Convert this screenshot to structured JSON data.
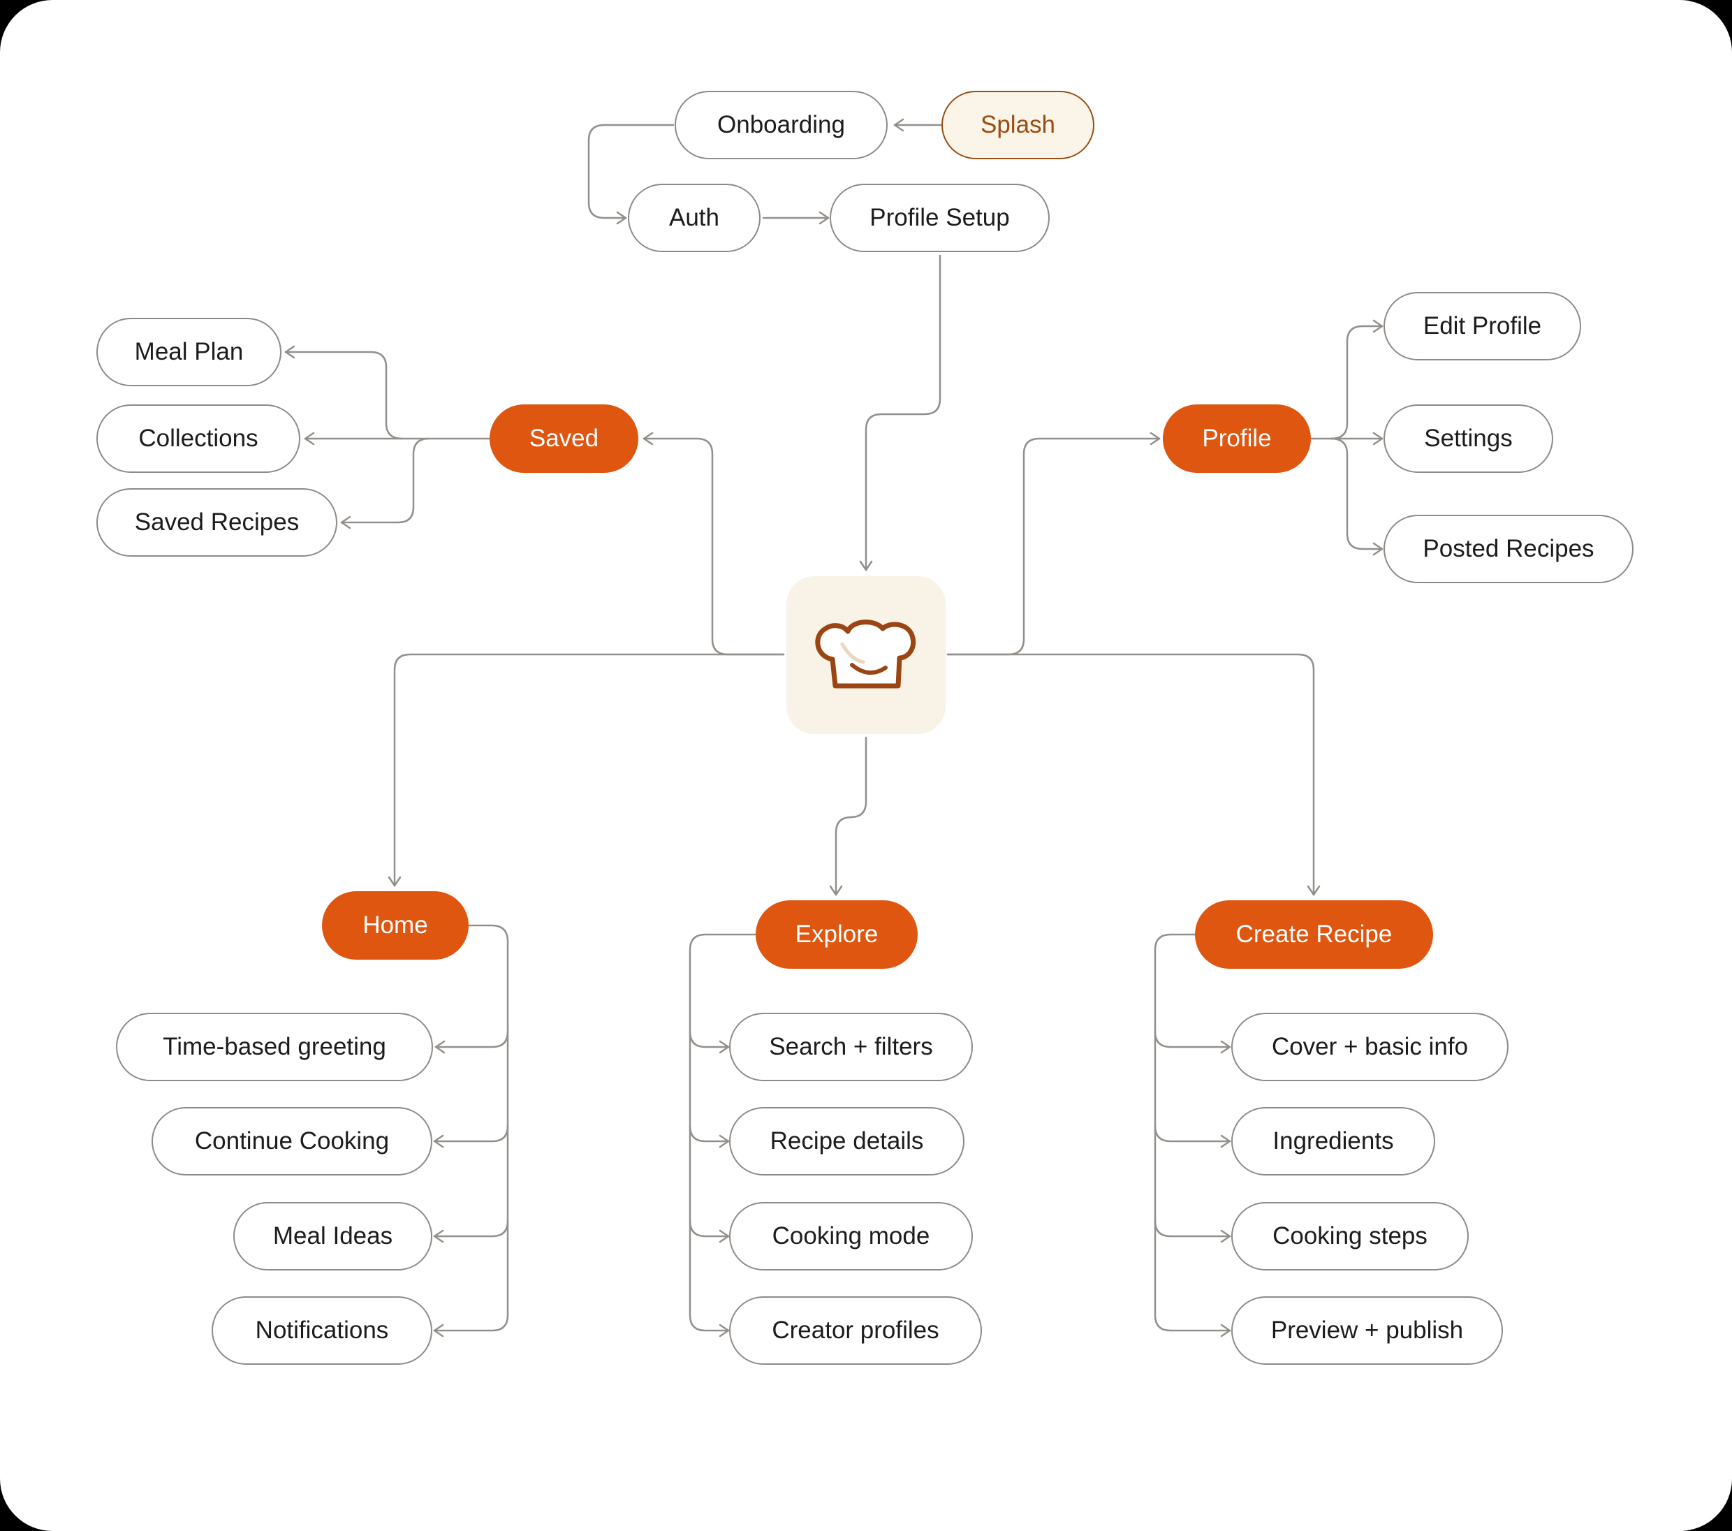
{
  "colors": {
    "primary": "#de560f",
    "outline": "#8e8a87",
    "connector": "#938f8b",
    "splash_fill": "#fbf4e8",
    "splash_text": "#9a4d14",
    "center_tile": "#f8f2e7",
    "hat_stroke": "#9a4512"
  },
  "center": {
    "icon": "chef-hat-icon"
  },
  "nodes": {
    "splash": "Splash",
    "onboarding": "Onboarding",
    "auth": "Auth",
    "profile_setup": "Profile Setup",
    "saved": "Saved",
    "meal_plan": "Meal Plan",
    "collections": "Collections",
    "saved_recipes": "Saved Recipes",
    "profile": "Profile",
    "edit_profile": "Edit Profile",
    "settings": "Settings",
    "posted_recipes": "Posted Recipes",
    "home": "Home",
    "time_based_greeting": "Time-based greeting",
    "continue_cooking": "Continue Cooking",
    "meal_ideas": "Meal Ideas",
    "notifications": "Notifications",
    "explore": "Explore",
    "search_filters": "Search + filters",
    "recipe_details": "Recipe details",
    "cooking_mode": "Cooking mode",
    "creator_profiles": "Creator profiles",
    "create_recipe": "Create Recipe",
    "cover_basic_info": "Cover + basic info",
    "ingredients": "Ingredients",
    "cooking_steps": "Cooking steps",
    "preview_publish": "Preview + publish"
  }
}
